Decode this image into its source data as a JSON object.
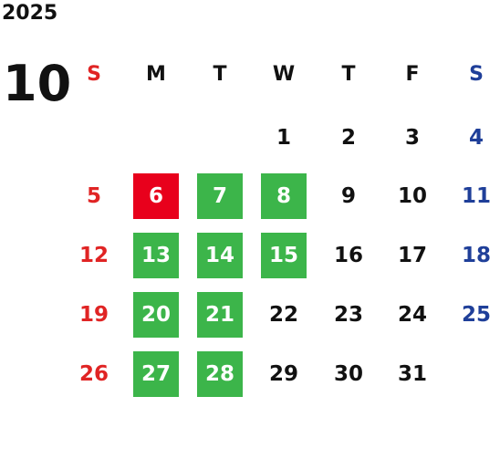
{
  "calendar": {
    "year": "2025",
    "month": "10",
    "weekday_headers": [
      "S",
      "M",
      "T",
      "W",
      "T",
      "F",
      "S"
    ],
    "first_weekday_index": 3,
    "days_in_month": 31,
    "highlighted": {
      "6": "red",
      "7": "green",
      "8": "green",
      "13": "green",
      "14": "green",
      "15": "green",
      "20": "green",
      "21": "green",
      "27": "green",
      "28": "green"
    },
    "colors": {
      "sunday": "#e02424",
      "saturday": "#1f3f99",
      "weekday": "#111111",
      "highlight_green": "#3cb54a",
      "highlight_red": "#e8001c",
      "highlight_text": "#ffffff"
    }
  }
}
